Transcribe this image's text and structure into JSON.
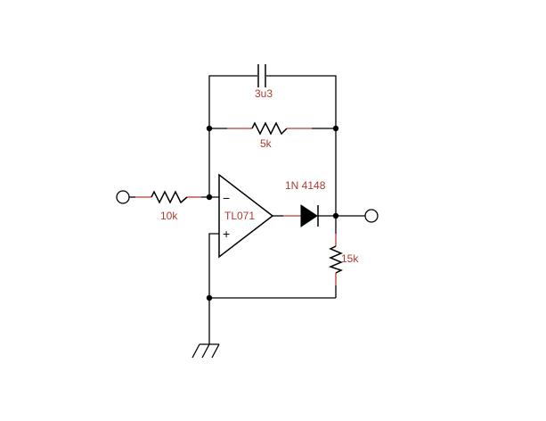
{
  "components": {
    "capacitor": {
      "value": "3u3"
    },
    "feedback_resistor": {
      "value": "5k"
    },
    "input_resistor": {
      "value": "10k"
    },
    "opamp": {
      "part": "TL071",
      "inverting_symbol": "−",
      "noninverting_symbol": "+"
    },
    "diode": {
      "part": "1N 4148"
    },
    "load_resistor": {
      "value": "15k"
    }
  },
  "colors": {
    "wire": "#000000",
    "label": "#b03a2e",
    "lead": "#c0392b"
  }
}
